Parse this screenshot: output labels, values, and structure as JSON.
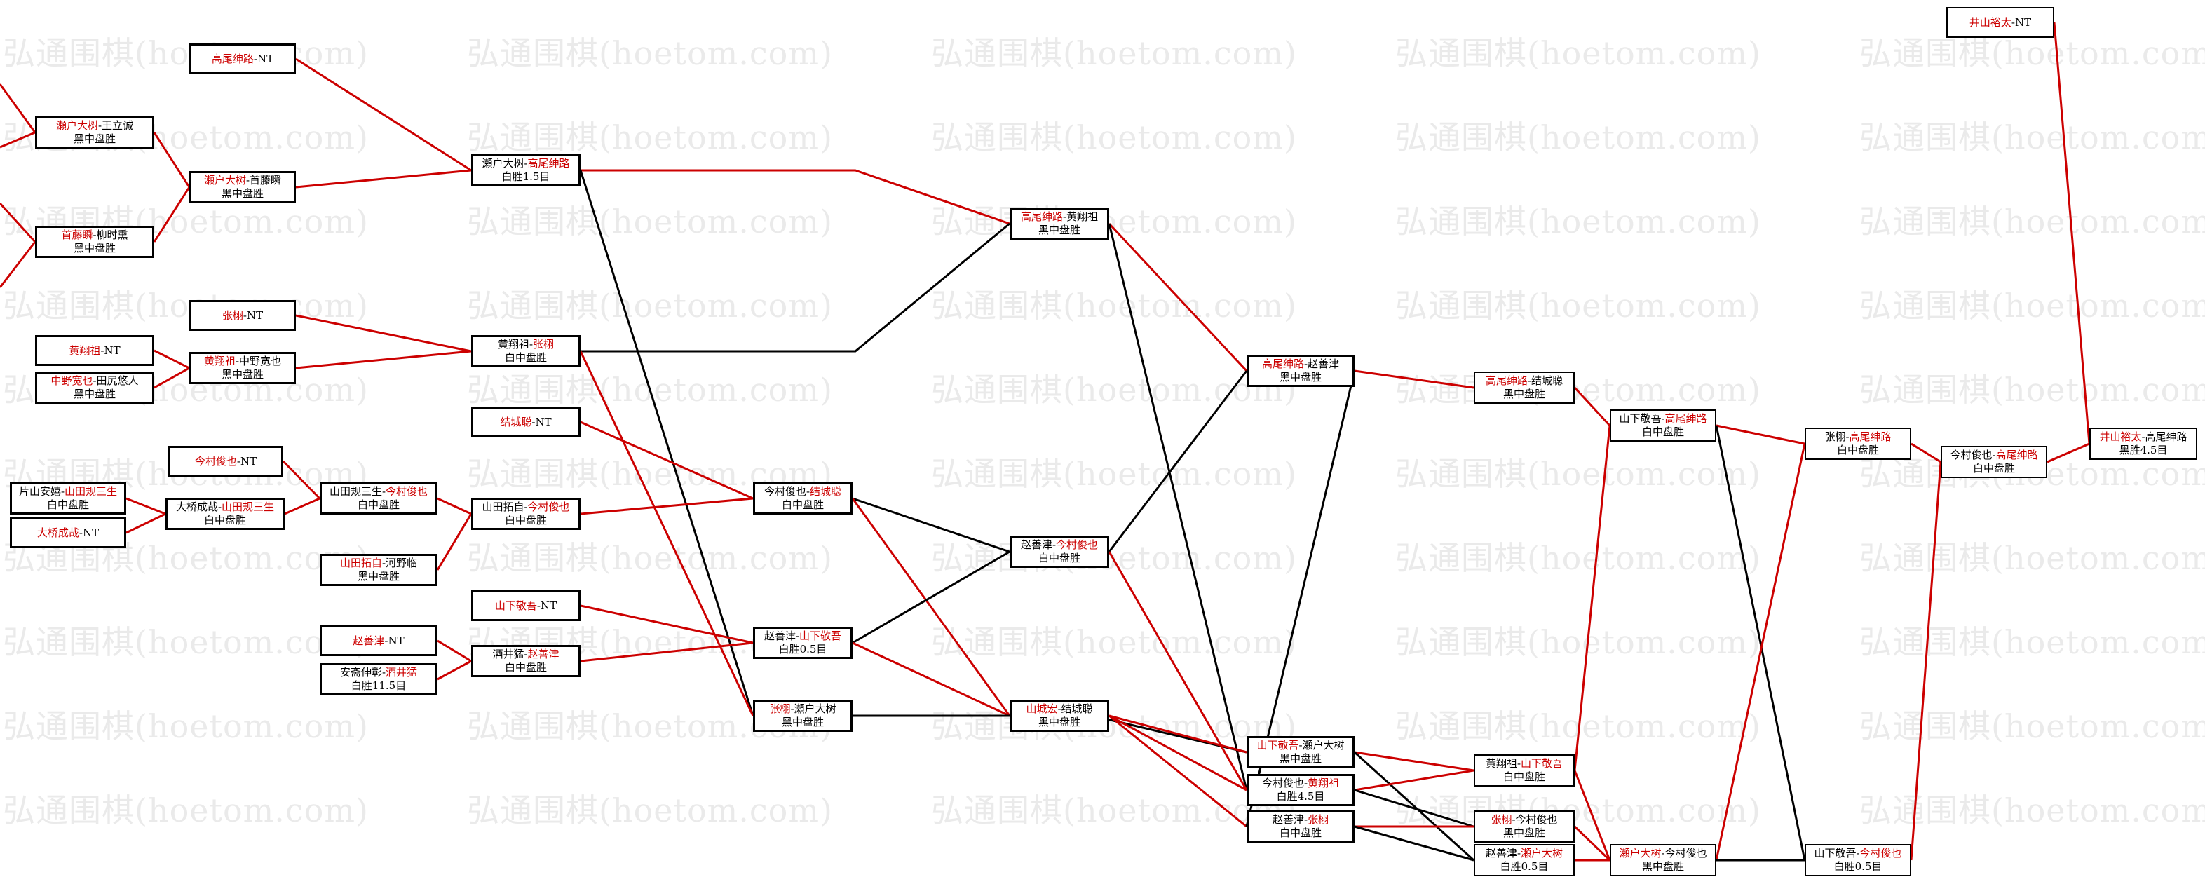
{
  "watermark": "弘通围棋(hoetom.com)",
  "colors": {
    "winner": "#cc0000",
    "loser": "#000000",
    "watermark": "#eaeaea"
  },
  "matches": [
    {
      "id": "m01",
      "p1": "瀬户大树",
      "p2": "王立诚",
      "winner": 1,
      "result": "黑中盘胜"
    },
    {
      "id": "m02",
      "p1": "首藤瞬",
      "p2": "柳时熏",
      "winner": 1,
      "result": "黑中盘胜"
    },
    {
      "id": "m03",
      "p1": "高尾绅路",
      "p2": "NT",
      "winner": 1,
      "result": ""
    },
    {
      "id": "m04",
      "p1": "瀬户大树",
      "p2": "首藤瞬",
      "winner": 1,
      "result": "黑中盘胜"
    },
    {
      "id": "m05",
      "p1": "瀬户大树",
      "p2": "高尾绅路",
      "winner": 2,
      "result": "白胜1.5目"
    },
    {
      "id": "m06",
      "p1": "张栩",
      "p2": "NT",
      "winner": 1,
      "result": ""
    },
    {
      "id": "m07",
      "p1": "黄翔祖",
      "p2": "NT",
      "winner": 1,
      "result": ""
    },
    {
      "id": "m08",
      "p1": "中野宽也",
      "p2": "田尻悠人",
      "winner": 1,
      "result": "黑中盘胜"
    },
    {
      "id": "m09",
      "p1": "黄翔祖",
      "p2": "中野宽也",
      "winner": 1,
      "result": "黑中盘胜"
    },
    {
      "id": "m10",
      "p1": "黄翔祖",
      "p2": "张栩",
      "winner": 2,
      "result": "白中盘胜"
    },
    {
      "id": "m11",
      "p1": "结城聪",
      "p2": "NT",
      "winner": 1,
      "result": ""
    },
    {
      "id": "m12",
      "p1": "今村俊也",
      "p2": "NT",
      "winner": 1,
      "result": ""
    },
    {
      "id": "m13",
      "p1": "片山安嬉",
      "p2": "山田规三生",
      "winner": 2,
      "result": "白中盘胜"
    },
    {
      "id": "m14",
      "p1": "大桥成哉",
      "p2": "NT",
      "winner": 1,
      "result": ""
    },
    {
      "id": "m15",
      "p1": "大桥成哉",
      "p2": "山田规三生",
      "winner": 2,
      "result": "白中盘胜"
    },
    {
      "id": "m16",
      "p1": "山田规三生",
      "p2": "今村俊也",
      "winner": 2,
      "result": "白中盘胜"
    },
    {
      "id": "m17",
      "p1": "山田拓自",
      "p2": "河野临",
      "winner": 1,
      "result": "黑中盘胜"
    },
    {
      "id": "m18",
      "p1": "山田拓自",
      "p2": "今村俊也",
      "winner": 2,
      "result": "白中盘胜"
    },
    {
      "id": "m19",
      "p1": "山下敬吾",
      "p2": "NT",
      "winner": 1,
      "result": ""
    },
    {
      "id": "m20",
      "p1": "赵善津",
      "p2": "NT",
      "winner": 1,
      "result": ""
    },
    {
      "id": "m21",
      "p1": "安斋伸彰",
      "p2": "酒井猛",
      "winner": 2,
      "result": "白胜11.5目"
    },
    {
      "id": "m22",
      "p1": "酒井猛",
      "p2": "赵善津",
      "winner": 2,
      "result": "白中盘胜"
    },
    {
      "id": "m23",
      "p1": "今村俊也",
      "p2": "结城聪",
      "winner": 2,
      "result": "白中盘胜"
    },
    {
      "id": "m24",
      "p1": "赵善津",
      "p2": "山下敬吾",
      "winner": 2,
      "result": "白胜0.5目"
    },
    {
      "id": "m25",
      "p1": "张栩",
      "p2": "瀬户大树",
      "winner": 1,
      "result": "黑中盘胜"
    },
    {
      "id": "m26",
      "p1": "高尾绅路",
      "p2": "黄翔祖",
      "winner": 1,
      "result": "黑中盘胜"
    },
    {
      "id": "m27",
      "p1": "赵善津",
      "p2": "今村俊也",
      "winner": 2,
      "result": "白中盘胜"
    },
    {
      "id": "m28",
      "p1": "山城宏",
      "p2": "结城聪",
      "winner": 1,
      "result": "黑中盘胜"
    },
    {
      "id": "m29",
      "p1": "高尾绅路",
      "p2": "赵善津",
      "winner": 1,
      "result": "黑中盘胜"
    },
    {
      "id": "m30",
      "p1": "山下敬吾",
      "p2": "瀬户大树",
      "winner": 1,
      "result": "黑中盘胜"
    },
    {
      "id": "m31",
      "p1": "今村俊也",
      "p2": "黄翔祖",
      "winner": 2,
      "result": "白胜4.5目"
    },
    {
      "id": "m32",
      "p1": "赵善津",
      "p2": "张栩",
      "winner": 2,
      "result": "白中盘胜"
    },
    {
      "id": "m33",
      "p1": "高尾绅路",
      "p2": "结城聪",
      "winner": 1,
      "result": "黑中盘胜"
    },
    {
      "id": "m34",
      "p1": "黄翔祖",
      "p2": "山下敬吾",
      "winner": 2,
      "result": "白中盘胜"
    },
    {
      "id": "m35",
      "p1": "张栩",
      "p2": "今村俊也",
      "winner": 1,
      "result": "黑中盘胜"
    },
    {
      "id": "m36",
      "p1": "赵善津",
      "p2": "瀬户大树",
      "winner": 2,
      "result": "白胜0.5目"
    },
    {
      "id": "m37",
      "p1": "山下敬吾",
      "p2": "高尾绅路",
      "winner": 2,
      "result": "白中盘胜"
    },
    {
      "id": "m38",
      "p1": "瀬户大树",
      "p2": "今村俊也",
      "winner": 1,
      "result": "黑中盘胜"
    },
    {
      "id": "m39",
      "p1": "张栩",
      "p2": "高尾绅路",
      "winner": 2,
      "result": "白中盘胜"
    },
    {
      "id": "m40",
      "p1": "山下敬吾",
      "p2": "今村俊也",
      "winner": 2,
      "result": "白胜0.5目"
    },
    {
      "id": "m41",
      "p1": "今村俊也",
      "p2": "高尾绅路",
      "winner": 2,
      "result": "白中盘胜"
    },
    {
      "id": "m42",
      "p1": "井山裕太",
      "p2": "NT",
      "winner": 1,
      "result": ""
    },
    {
      "id": "m43",
      "p1": "井山裕太",
      "p2": "高尾绅路",
      "winner": 1,
      "result": "黑胜4.5目"
    }
  ]
}
